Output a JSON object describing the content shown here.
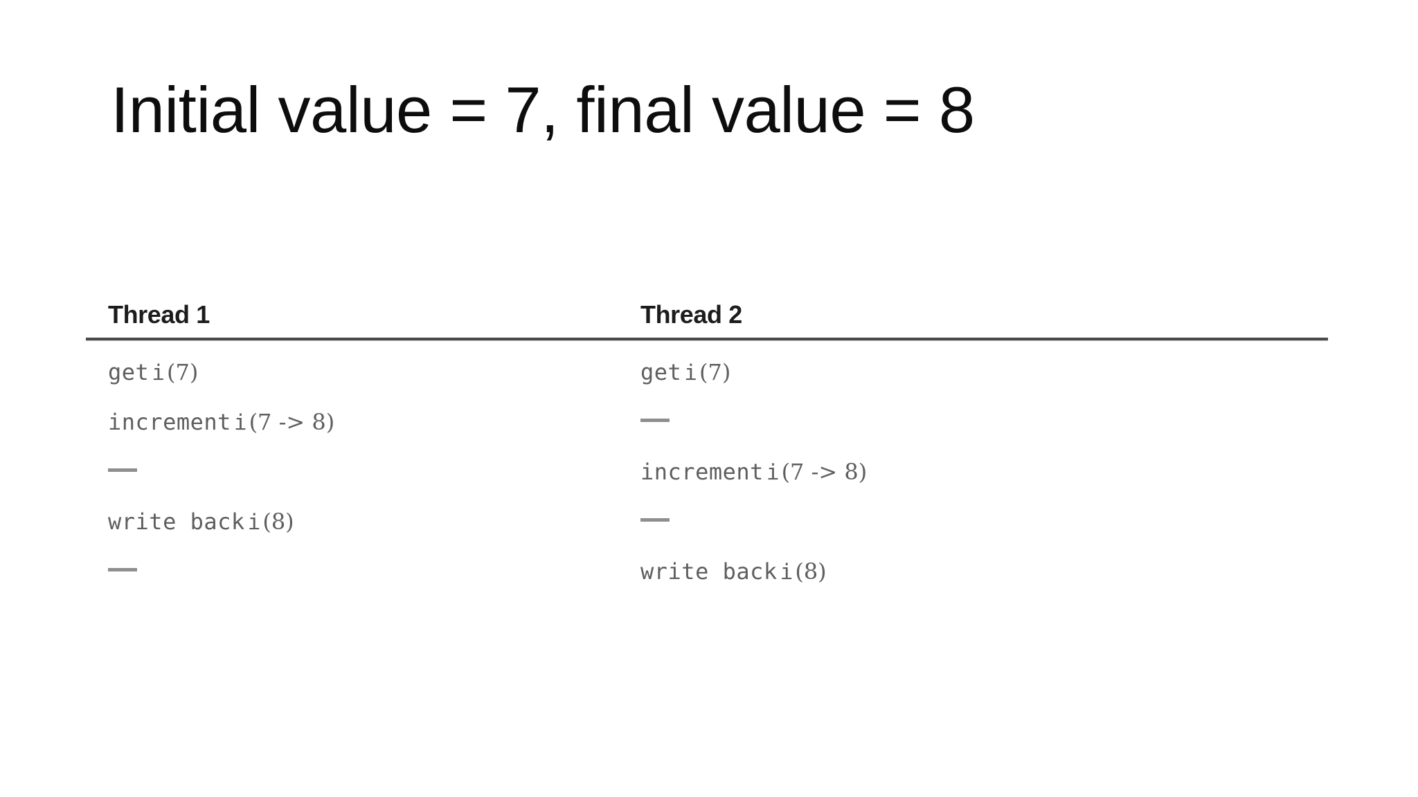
{
  "slide": {
    "title": "Initial value = 7, final value = 8"
  },
  "table": {
    "columns": [
      {
        "header": "Thread 1"
      },
      {
        "header": "Thread 2"
      }
    ],
    "empty_marker": "—",
    "rows": [
      {
        "thread1": {
          "op": "get",
          "var": "i",
          "value": "(7)"
        },
        "thread2": {
          "op": "get",
          "var": "i",
          "value": "(7)"
        }
      },
      {
        "thread1": {
          "op": "increment",
          "var": "i",
          "value": "(7 -> 8)"
        },
        "thread2": {
          "op": "",
          "var": "",
          "value": ""
        }
      },
      {
        "thread1": {
          "op": "",
          "var": "",
          "value": ""
        },
        "thread2": {
          "op": "increment",
          "var": "i",
          "value": "(7 -> 8)"
        }
      },
      {
        "thread1": {
          "op": "write back",
          "var": "i",
          "value": "(8)"
        },
        "thread2": {
          "op": "",
          "var": "",
          "value": ""
        }
      },
      {
        "thread1": {
          "op": "",
          "var": "",
          "value": ""
        },
        "thread2": {
          "op": "write back",
          "var": "i",
          "value": "(8)"
        }
      }
    ]
  }
}
